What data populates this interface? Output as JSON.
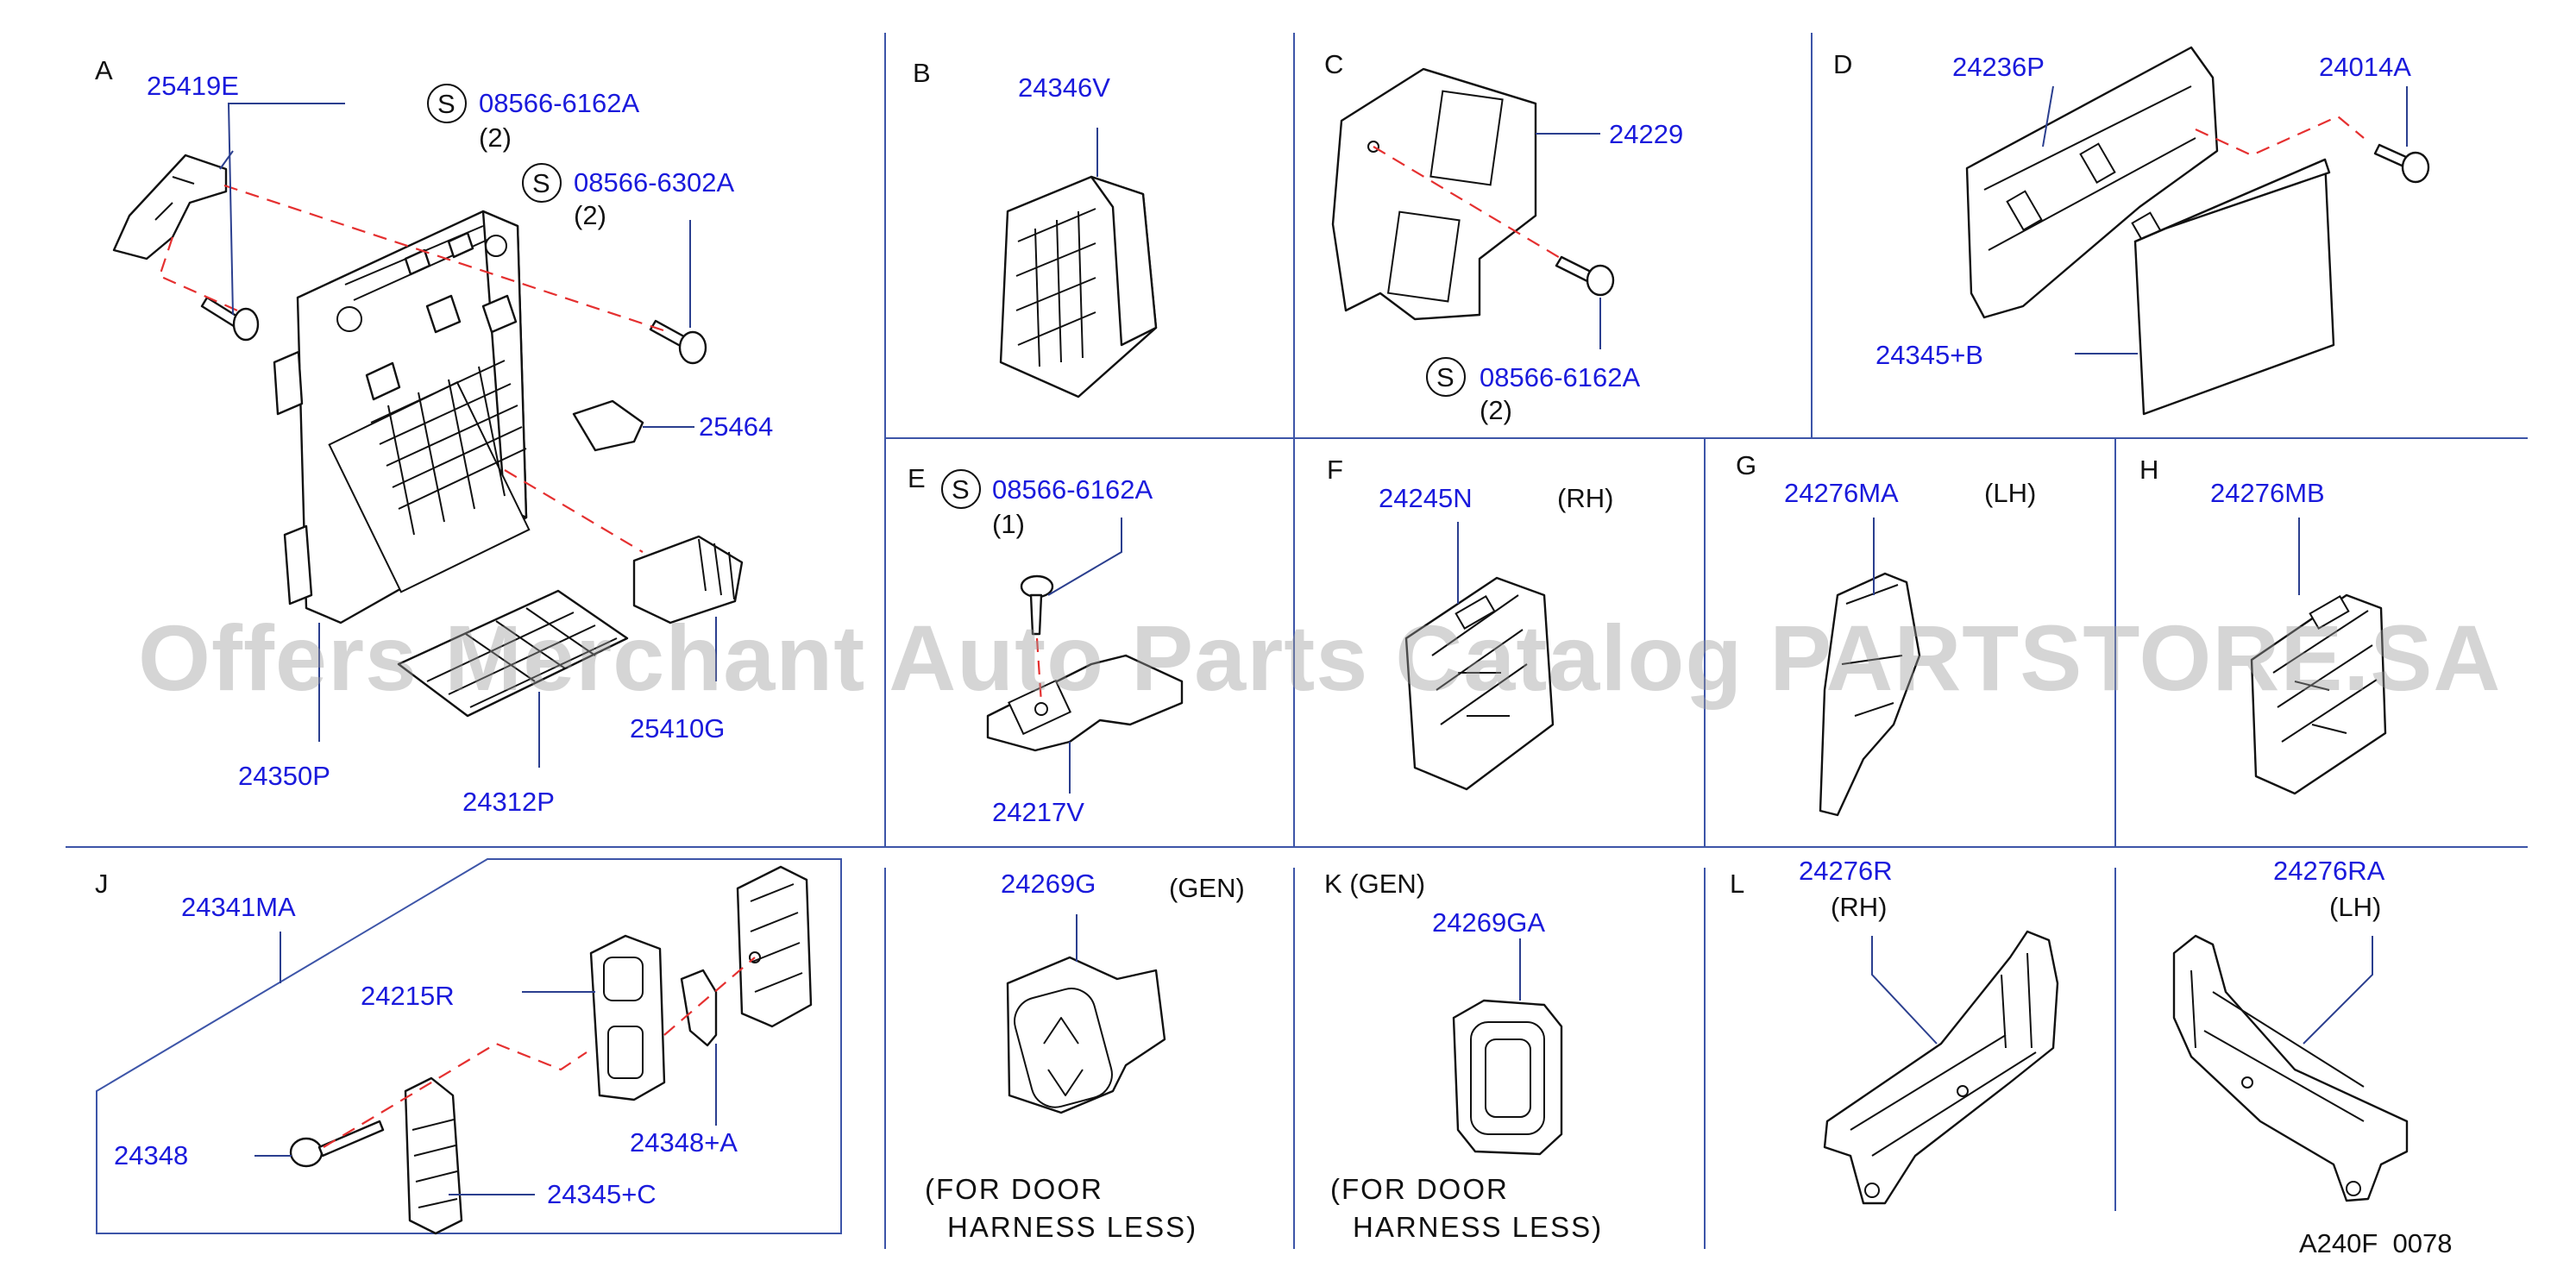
{
  "watermark": "Offers Merchant Auto Parts Catalog PARTSTORE.SA",
  "diagram_code": "A240F  0078",
  "colors": {
    "part_number": "#1a1adc",
    "leader": "#2b3f8f",
    "dash": "#e53030",
    "grid": "#3d55a8"
  },
  "sections": {
    "A": {
      "label": "A",
      "parts": {
        "p25419E": "25419E",
        "s1": "08566-6162A",
        "s1q": "(2)",
        "s2": "08566-6302A",
        "s2q": "(2)",
        "p25464": "25464",
        "p25410G": "25410G",
        "p24350P": "24350P",
        "p24312P": "24312P"
      }
    },
    "B": {
      "label": "B",
      "parts": {
        "p24346V": "24346V"
      }
    },
    "C": {
      "label": "C",
      "parts": {
        "p24229": "24229",
        "s": "08566-6162A",
        "sq": "(2)"
      }
    },
    "D": {
      "label": "D",
      "parts": {
        "p24236P": "24236P",
        "p24014A": "24014A",
        "p24345B": "24345+B"
      }
    },
    "E": {
      "label": "E",
      "parts": {
        "s": "08566-6162A",
        "sq": "(1)",
        "p24217V": "24217V"
      }
    },
    "F": {
      "label": "F",
      "parts": {
        "p24245N": "24245N",
        "side": "(RH)"
      }
    },
    "G": {
      "label": "G",
      "parts": {
        "p24276MA": "24276MA",
        "side": "(LH)"
      }
    },
    "H": {
      "label": "H",
      "parts": {
        "p24276MB": "24276MB"
      }
    },
    "J": {
      "label": "J",
      "parts": {
        "p24341MA": "24341MA",
        "p24215R": "24215R",
        "p24348": "24348",
        "p24348A": "24348+A",
        "p24345C": "24345+C"
      }
    },
    "GEN1": {
      "parts": {
        "p24269G": "24269G",
        "tag": "(GEN)",
        "note1": "(FOR  DOOR",
        "note2": "HARNESS  LESS)"
      }
    },
    "K": {
      "label": "K (GEN)",
      "parts": {
        "p24269GA": "24269GA",
        "note1": "(FOR  DOOR",
        "note2": "HARNESS  LESS)"
      }
    },
    "L": {
      "label": "L",
      "parts": {
        "p24276R": "24276R",
        "rh": "(RH)",
        "p24276RA": "24276RA",
        "lh": "(LH)"
      }
    }
  },
  "screw_symbol": "S"
}
